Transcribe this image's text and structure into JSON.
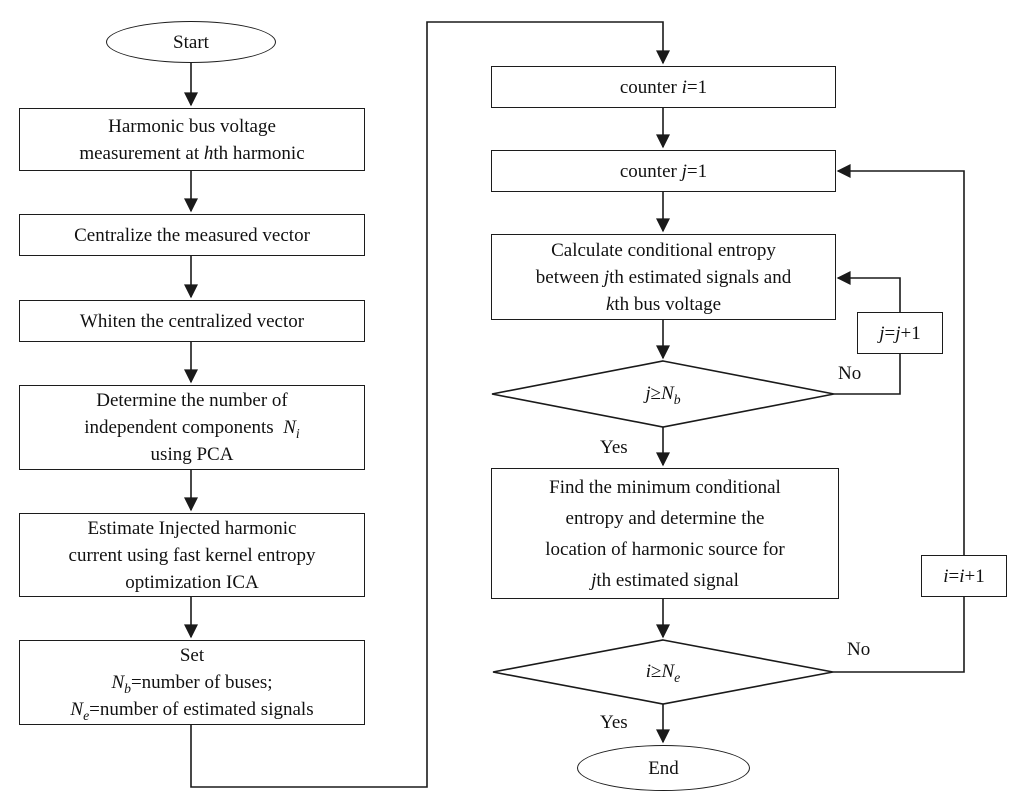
{
  "colors": {
    "ink": "#1a1a1a",
    "background": "#ffffff"
  },
  "nodes": {
    "start": [
      [
        {
          "t": "Start"
        }
      ]
    ],
    "measure": [
      [
        {
          "t": "Harmonic bus voltage"
        }
      ],
      [
        {
          "t": "measurement at "
        },
        {
          "t": "h",
          "i": 1
        },
        {
          "t": "th harmonic"
        }
      ]
    ],
    "centralize": [
      [
        {
          "t": "Centralize the measured vector"
        }
      ]
    ],
    "whiten": [
      [
        {
          "t": "Whiten the centralized vector"
        }
      ]
    ],
    "determine": [
      [
        {
          "t": "Determine the number of"
        }
      ],
      [
        {
          "t": "independent components  "
        },
        {
          "t": "N",
          "i": 1
        },
        {
          "t": "i",
          "i": 1,
          "sub": 1
        }
      ],
      [
        {
          "t": "using PCA"
        }
      ]
    ],
    "estimate": [
      [
        {
          "t": "Estimate Injected harmonic"
        }
      ],
      [
        {
          "t": "current using fast kernel entropy"
        }
      ],
      [
        {
          "t": "optimization ICA"
        }
      ]
    ],
    "set_counts": [
      [
        {
          "t": "Set"
        }
      ],
      [
        {
          "t": "N",
          "i": 1
        },
        {
          "t": "b",
          "i": 1,
          "sub": 1
        },
        {
          "t": "=number of buses;"
        }
      ],
      [
        {
          "t": "N",
          "i": 1
        },
        {
          "t": "e",
          "i": 1,
          "sub": 1
        },
        {
          "t": "=number of estimated signals"
        }
      ]
    ],
    "counter_i": [
      [
        {
          "t": "counter "
        },
        {
          "t": "i",
          "i": 1
        },
        {
          "t": "=1"
        }
      ]
    ],
    "counter_j": [
      [
        {
          "t": "counter "
        },
        {
          "t": "j",
          "i": 1
        },
        {
          "t": "=1"
        }
      ]
    ],
    "calculate": [
      [
        {
          "t": "Calculate conditional entropy"
        }
      ],
      [
        {
          "t": "between "
        },
        {
          "t": "j",
          "i": 1
        },
        {
          "t": "th estimated signals and"
        }
      ],
      [
        {
          "t": "k",
          "i": 1
        },
        {
          "t": "th bus voltage"
        }
      ]
    ],
    "decision_j": [
      [
        {
          "t": "j",
          "i": 1
        },
        {
          "t": "≥"
        },
        {
          "t": "N",
          "i": 1
        },
        {
          "t": "b",
          "i": 1,
          "sub": 1
        }
      ]
    ],
    "increment_j": [
      [
        {
          "t": "j",
          "i": 1
        },
        {
          "t": "="
        },
        {
          "t": "j",
          "i": 1
        },
        {
          "t": "+1"
        }
      ]
    ],
    "find_min": [
      [
        {
          "t": "Find the minimum conditional"
        }
      ],
      [
        {
          "t": "entropy and determine the"
        }
      ],
      [
        {
          "t": "location of harmonic source for"
        }
      ],
      [
        {
          "t": "j",
          "i": 1
        },
        {
          "t": "th estimated signal"
        }
      ]
    ],
    "decision_i": [
      [
        {
          "t": "i",
          "i": 1
        },
        {
          "t": "≥"
        },
        {
          "t": "N",
          "i": 1
        },
        {
          "t": "e",
          "i": 1,
          "sub": 1
        }
      ]
    ],
    "increment_i": [
      [
        {
          "t": "i",
          "i": 1
        },
        {
          "t": "="
        },
        {
          "t": "i",
          "i": 1
        },
        {
          "t": "+1"
        }
      ]
    ],
    "end": [
      [
        {
          "t": "End"
        }
      ]
    ]
  },
  "labels": {
    "yes_j": "Yes",
    "no_j": "No",
    "yes_i": "Yes",
    "no_i": "No"
  }
}
